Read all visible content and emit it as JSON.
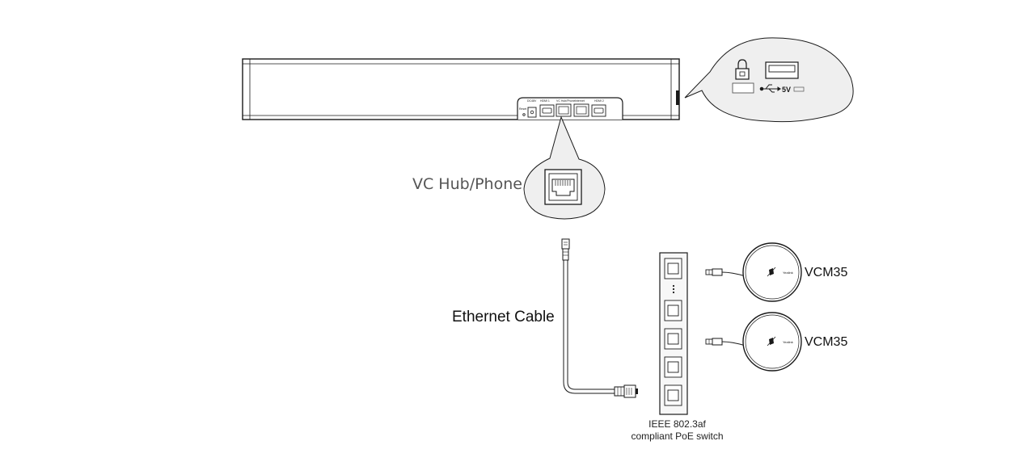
{
  "labels": {
    "vc_hub_phone": "VC Hub/Phone",
    "ethernet_cable": "Ethernet Cable",
    "vcm35_top": "VCM35",
    "vcm35_bottom": "VCM35",
    "switch_line1": "IEEE 802.3af",
    "switch_line2": "compliant PoE switch"
  },
  "icons": {
    "usb_port": "usb-icon",
    "lock": "lock-icon",
    "ethernet_port": "rj45-port-icon"
  },
  "colors": {
    "stroke": "#1a1a1a",
    "light_stroke": "#777777",
    "callout_fill": "#efefef"
  }
}
